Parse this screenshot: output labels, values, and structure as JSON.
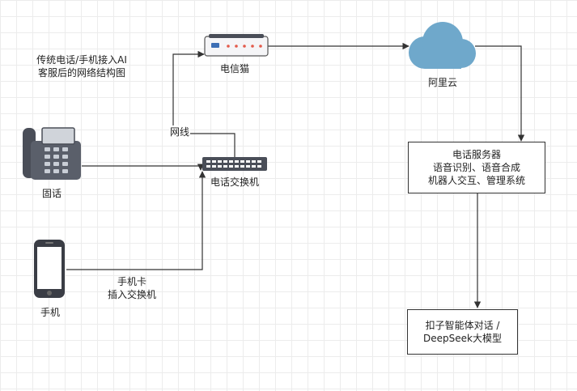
{
  "title": {
    "line1": "传统电话/手机接入AI",
    "line2": "客服后的网络结构图"
  },
  "nodes": {
    "modem": "电信猫",
    "cloud": "阿里云",
    "landline": "固话",
    "switch": "电话交换机",
    "mobile": "手机",
    "server": {
      "line1": "电话服务器",
      "line2": "语音识别、语音合成",
      "line3": "机器人交互、管理系统"
    },
    "model": {
      "line1": "扣子智能体对话 /",
      "line2": "DeepSeek大模型"
    }
  },
  "edges": {
    "network_cable": "网线",
    "sim_card": {
      "line1": "手机卡",
      "line2": "插入交换机"
    }
  },
  "colors": {
    "cloud": "#6fa8cb",
    "line": "#333333",
    "device_dark": "#4a4e58"
  }
}
